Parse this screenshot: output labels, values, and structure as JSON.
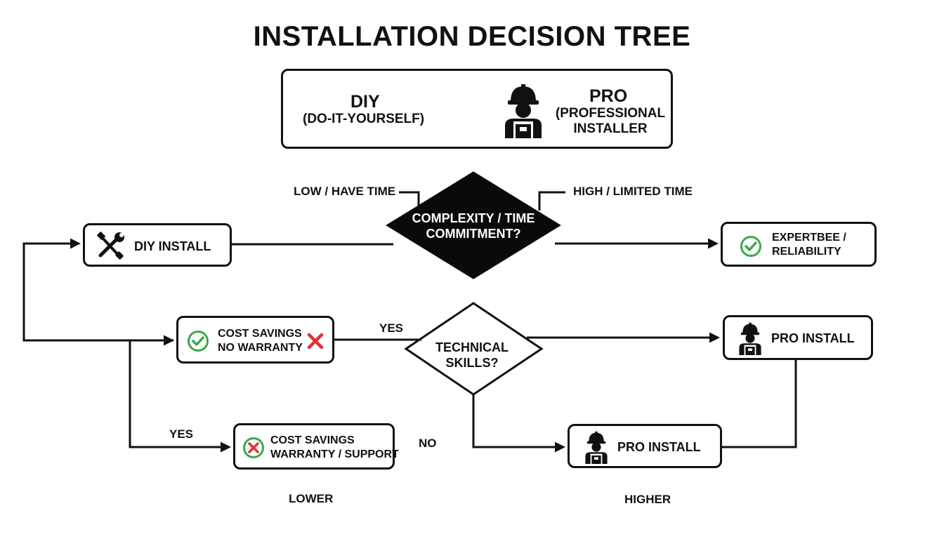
{
  "title": "INSTALLATION DECISION TREE",
  "legend": {
    "diy_title": "DIY",
    "diy_subtitle": "(DO-IT-YOURSELF)",
    "pro_title": "PRO",
    "pro_subtitle_line1": "(PROFESSIONAL",
    "pro_subtitle_line2": "INSTALLER",
    "pro_icon": "worker-icon"
  },
  "decisions": {
    "complexity_line1": "COMPLEXITY / TIME",
    "complexity_line2": "COMMITMENT?",
    "technical_line1": "TECHNICAL",
    "technical_line2": "SKILLS?"
  },
  "edges": {
    "low_have_time": "LOW / HAVE TIME",
    "high_limited_time": "HIGH / LIMITED TIME",
    "yes_top": "YES",
    "yes_left": "YES",
    "no": "NO"
  },
  "nodes": {
    "diy_install": "DIY INSTALL",
    "expertise_line1": "EXPERTBEE /",
    "expertise_line2": "RELIABILITY",
    "cost_no_warranty_line1": "COST SAVINGS",
    "cost_no_warranty_line2": "NO WARRANTY",
    "pro_install_top": "PRO INSTALL",
    "cost_warranty_line1": "COST SAVINGS",
    "cost_warranty_line2": "WARRANTY / SUPPORT",
    "pro_install_bottom": "PRO INSTALL"
  },
  "axis": {
    "lower": "LOWER",
    "higher": "HIGHER"
  },
  "icons": {
    "tools": "tools-icon",
    "check": "check-icon",
    "cross": "cross-icon",
    "worker": "worker-icon"
  },
  "colors": {
    "check": "#3aa94a",
    "cross": "#e03030",
    "ink": "#111111"
  }
}
